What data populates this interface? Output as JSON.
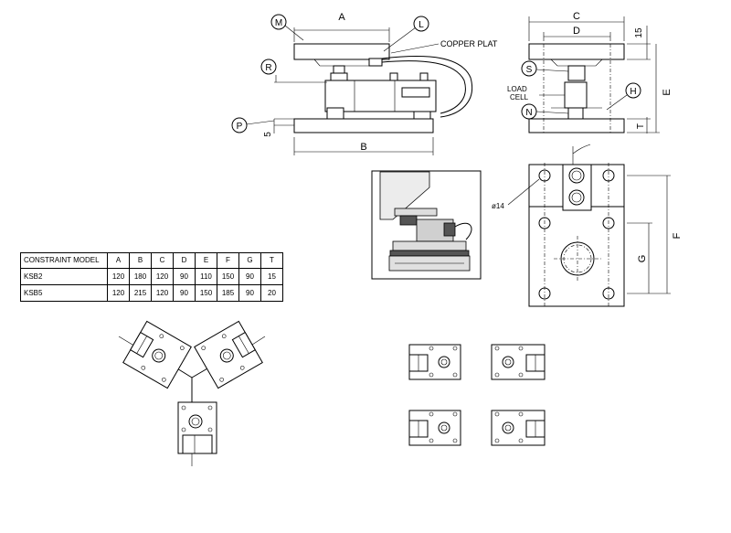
{
  "callouts": {
    "M": "M",
    "L": "L",
    "R": "R",
    "P": "P",
    "S": "S",
    "N": "N",
    "H": "H"
  },
  "labels": {
    "copper_plate": "COPPER PLAT",
    "load_cell_1": "LOAD",
    "load_cell_2": "CELL",
    "hole_dia": "ø14"
  },
  "dimensions": {
    "A": "A",
    "B": "B",
    "C": "C",
    "D": "D",
    "E": "E",
    "F": "F",
    "G": "G",
    "T": "T",
    "fifteen": "15",
    "five": "5"
  },
  "table": {
    "headers": [
      "CONSTRAINT MODEL",
      "A",
      "B",
      "C",
      "D",
      "E",
      "F",
      "G",
      "T"
    ],
    "rows": [
      [
        "KSB2",
        "120",
        "180",
        "120",
        "90",
        "110",
        "150",
        "90",
        "15"
      ],
      [
        "KSB5",
        "120",
        "215",
        "120",
        "90",
        "150",
        "185",
        "90",
        "20"
      ]
    ]
  }
}
